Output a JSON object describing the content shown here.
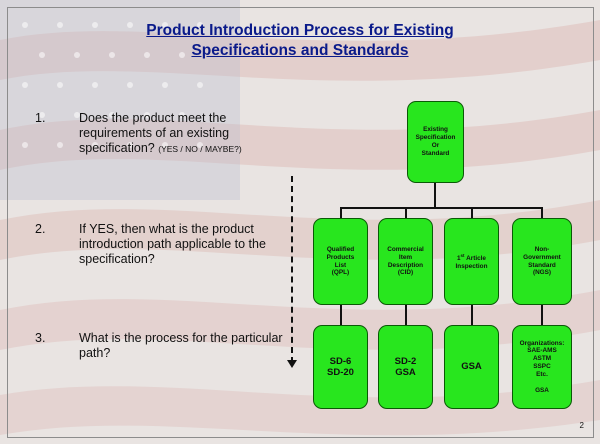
{
  "title": {
    "line1": "Product Introduction Process for Existing",
    "line2": "Specifications and Standards"
  },
  "questions": [
    {
      "num": "1.",
      "text": "Does the product meet the requirements of an existing specification?",
      "note": "(YES / NO / MAYBE?)"
    },
    {
      "num": "2.",
      "text": "If YES, then what is the product introduction path applicable to the specification?"
    },
    {
      "num": "3.",
      "text": "What is the process for the particular path?"
    }
  ],
  "diagram": {
    "root": "Existing\nSpecification\nOr\nStandard",
    "paths": [
      {
        "label": "Qualified\nProducts\nList\n(QPL)",
        "process": "SD-6\nSD-20"
      },
      {
        "label": "Commercial\nItem\nDescription\n(CID)",
        "process": "SD-2\nGSA"
      },
      {
        "label_sup": "st",
        "label_pre": "1",
        "label_post": " Article\nInspection",
        "process": "GSA"
      },
      {
        "label": "Non-\nGovernment\nStandard\n(NGS)",
        "process_org_title": "Organizations:",
        "process_orgs": "SAE-AMS\nASTM\nSSPC\nEtc.",
        "process_extra": "GSA"
      }
    ]
  },
  "page_number": "2",
  "colors": {
    "box": "#28e61e",
    "title": "#0a1a8a"
  }
}
